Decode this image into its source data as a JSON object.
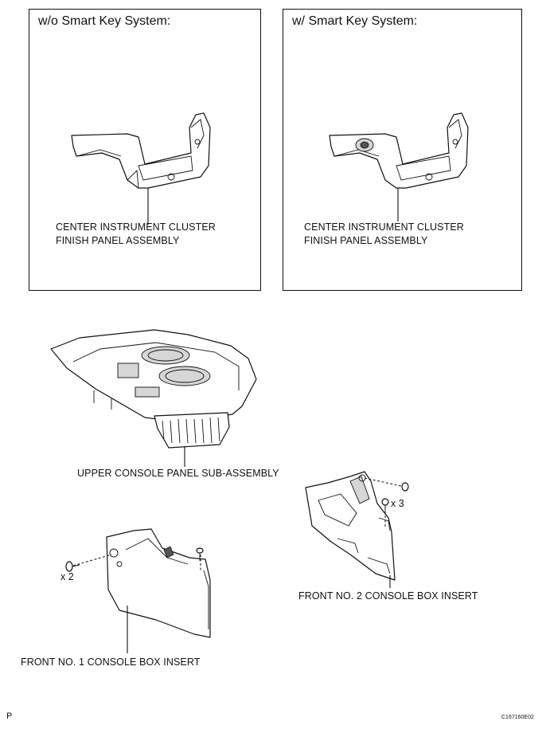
{
  "panels": {
    "left": {
      "title": "w/o Smart Key System:",
      "label_line1": "CENTER INSTRUMENT CLUSTER",
      "label_line2": "FINISH PANEL ASSEMBLY"
    },
    "right": {
      "title": "w/ Smart Key System:",
      "label_line1": "CENTER INSTRUMENT CLUSTER",
      "label_line2": "FINISH PANEL ASSEMBLY"
    }
  },
  "parts": {
    "upper_console": {
      "label": "UPPER CONSOLE PANEL SUB-ASSEMBLY"
    },
    "front_no1": {
      "label": "FRONT NO. 1 CONSOLE BOX INSERT",
      "screw_count": "x 2"
    },
    "front_no2": {
      "label": "FRONT NO. 2 CONSOLE BOX INSERT",
      "screw_count": "x 3"
    }
  },
  "footer": {
    "left_mark": "P",
    "figure_code": "C167160E02"
  }
}
